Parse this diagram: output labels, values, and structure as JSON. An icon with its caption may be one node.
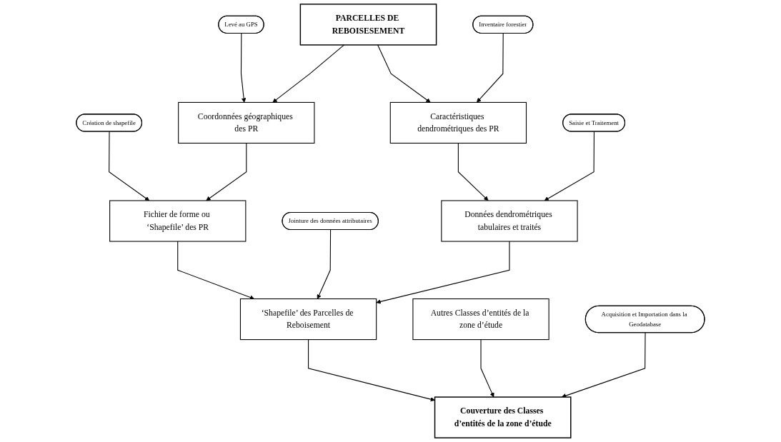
{
  "diagram": {
    "nodes": [
      {
        "text": [
          "PARCELLES DE REBOISESEMENT"
        ]
      },
      {
        "text": [
          "Levé au GPS"
        ]
      },
      {
        "text": [
          "Inventaire forestier"
        ]
      },
      {
        "text": [
          "Coordonnées géographiques des PR"
        ]
      },
      {
        "text": [
          "Caractéristiques dendrométriques des PR"
        ]
      },
      {
        "text": [
          "Création de shapefile"
        ]
      },
      {
        "text": [
          "Saisie et Traitement"
        ]
      },
      {
        "text": [
          "Fichier de forme ou ‘Shapefile’ des PR"
        ]
      },
      {
        "text": [
          "Données dendrométriques tabulaires et traités"
        ]
      },
      {
        "text": [
          "Jointure des données attributaires"
        ]
      },
      {
        "text": [
          "‘Shapefile’ des Parcelles de Reboisement"
        ]
      },
      {
        "text": [
          "Autres Classes d’entités de la zone d’étude"
        ]
      },
      {
        "text": [
          "Acquisition et Importation dans la Geodatabase"
        ]
      },
      {
        "text": [
          "Couverture des Classes d’entités de la zone d’étude"
        ]
      }
    ],
    "edges": [
      {
        "from": 0,
        "to": 3,
        "arrow": "to"
      },
      {
        "from": 0,
        "to": 4,
        "arrow": "to"
      },
      {
        "from": 1,
        "to": 3,
        "arrow": "to"
      },
      {
        "from": 2,
        "to": 4,
        "arrow": "to"
      },
      {
        "from": 3,
        "to": 7,
        "arrow": "to"
      },
      {
        "from": 4,
        "to": 8,
        "arrow": "to"
      },
      {
        "from": 5,
        "to": 7,
        "arrow": "to"
      },
      {
        "from": 6,
        "to": 8,
        "arrow": "to"
      },
      {
        "from": 7,
        "to": 10,
        "arrow": "to"
      },
      {
        "from": 8,
        "to": 10,
        "arrow": "to"
      },
      {
        "from": 9,
        "to": 10,
        "arrow": "to"
      },
      {
        "from": 10,
        "to": 13,
        "arrow": "to"
      },
      {
        "from": 11,
        "to": 13,
        "arrow": "to"
      },
      {
        "from": 12,
        "to": 13,
        "arrow": "to"
      }
    ]
  }
}
